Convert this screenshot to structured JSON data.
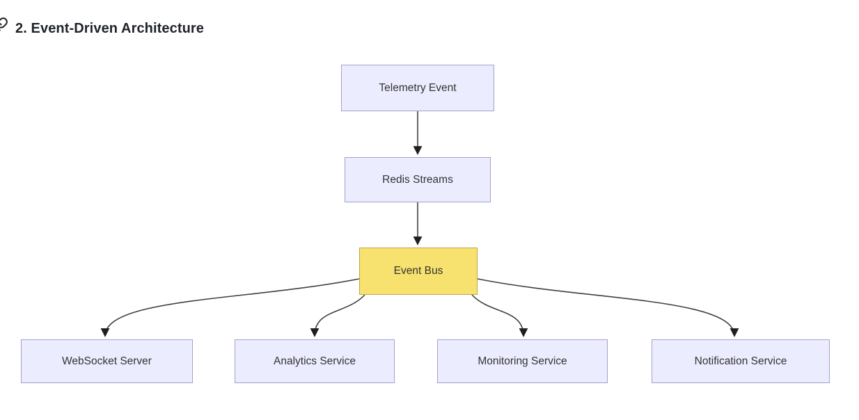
{
  "heading": {
    "text": "2. Event-Driven Architecture",
    "anchor_icon": "link-icon"
  },
  "diagram": {
    "type": "flowchart",
    "direction": "top-down",
    "nodes": [
      {
        "id": "telemetry-event",
        "label": "Telemetry Event",
        "style": "lavender"
      },
      {
        "id": "redis-streams",
        "label": "Redis Streams",
        "style": "lavender"
      },
      {
        "id": "event-bus",
        "label": "Event Bus",
        "style": "yellow"
      },
      {
        "id": "websocket-server",
        "label": "WebSocket Server",
        "style": "lavender"
      },
      {
        "id": "analytics-service",
        "label": "Analytics Service",
        "style": "lavender"
      },
      {
        "id": "monitoring-service",
        "label": "Monitoring Service",
        "style": "lavender"
      },
      {
        "id": "notification-service",
        "label": "Notification Service",
        "style": "lavender"
      }
    ],
    "edges": [
      {
        "from": "Telemetry Event",
        "to": "Redis Streams"
      },
      {
        "from": "Redis Streams",
        "to": "Event Bus"
      },
      {
        "from": "Event Bus",
        "to": "WebSocket Server"
      },
      {
        "from": "Event Bus",
        "to": "Analytics Service"
      },
      {
        "from": "Event Bus",
        "to": "Monitoring Service"
      },
      {
        "from": "Event Bus",
        "to": "Notification Service"
      }
    ],
    "colors": {
      "background": "#ffffff",
      "node_fill": "#ECECFF",
      "node_stroke": "#A3A0CC",
      "event_bus_fill": "#F7E26F",
      "event_bus_stroke": "#BFA743",
      "edge_line": "#3f3f3f",
      "arrowhead": "#1f1f1f",
      "node_text": "#333333",
      "heading_text": "#1f2328"
    }
  }
}
